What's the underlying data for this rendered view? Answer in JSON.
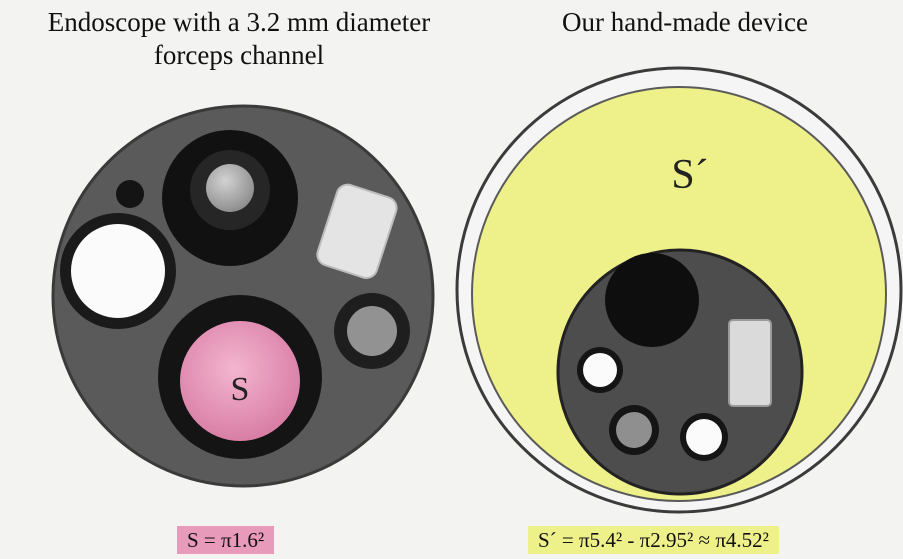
{
  "left_panel": {
    "title_line1": "Endoscope with a 3.2 mm diameter",
    "title_line2": "forceps channel",
    "channel_label": "S",
    "formula": "S = π1.6²"
  },
  "right_panel": {
    "title": "Our hand-made device",
    "area_label": "S´",
    "formula": "S´ = π5.4² - π2.95² ≈ π4.52²"
  },
  "colors": {
    "forceps_channel_pink": "#e08fb2",
    "device_yellow": "#eef08a",
    "scope_gray": "#5b5b5b"
  }
}
